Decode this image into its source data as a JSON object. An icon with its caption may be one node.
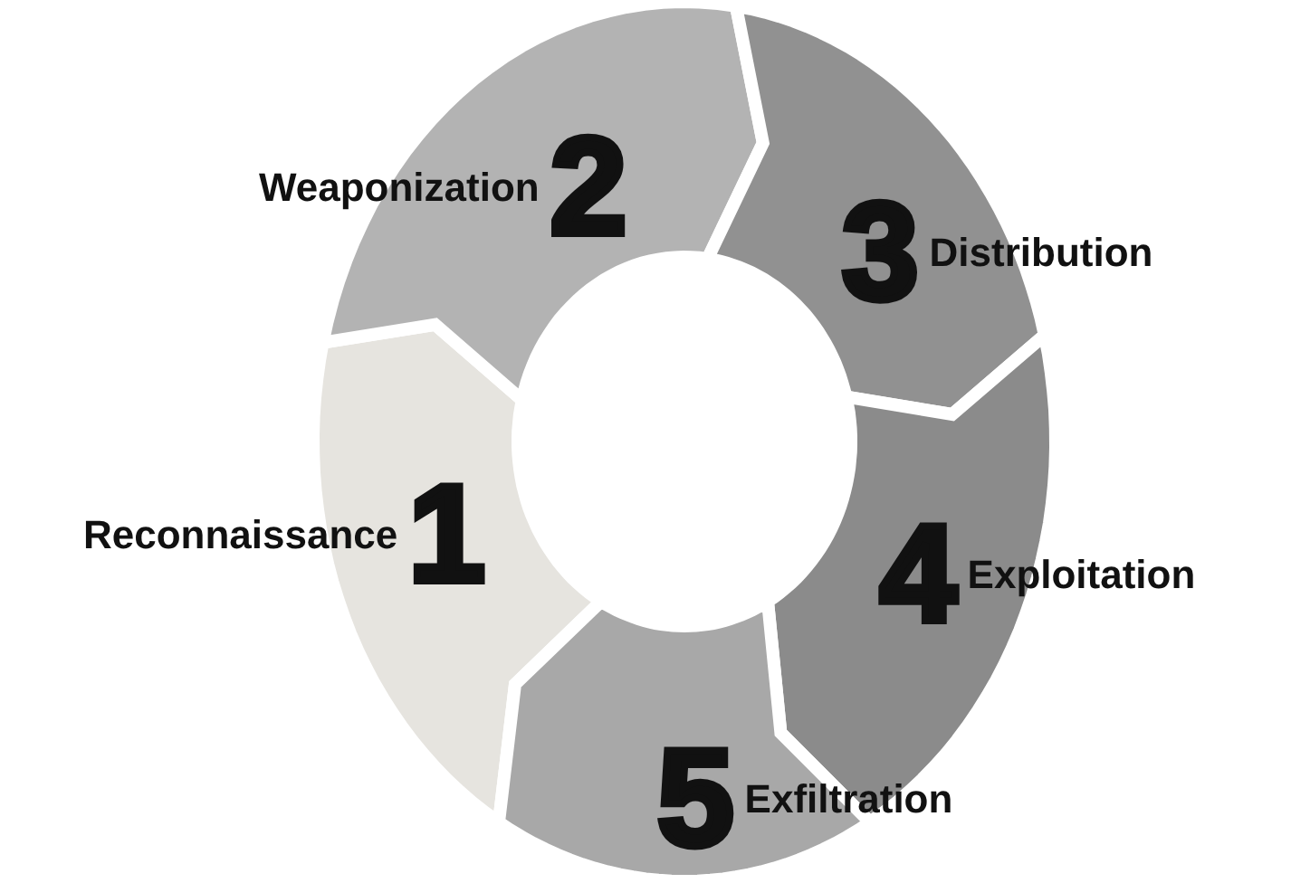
{
  "diagram": {
    "nodes": [
      {
        "text": [
          "Reconnaissance",
          "1"
        ]
      },
      {
        "text": [
          "Weaponization",
          "2"
        ]
      },
      {
        "text": [
          "3",
          "Distribution"
        ]
      },
      {
        "text": [
          "4",
          "Exploitation"
        ]
      },
      {
        "text": [
          "5",
          "Exfiltration"
        ]
      }
    ]
  }
}
